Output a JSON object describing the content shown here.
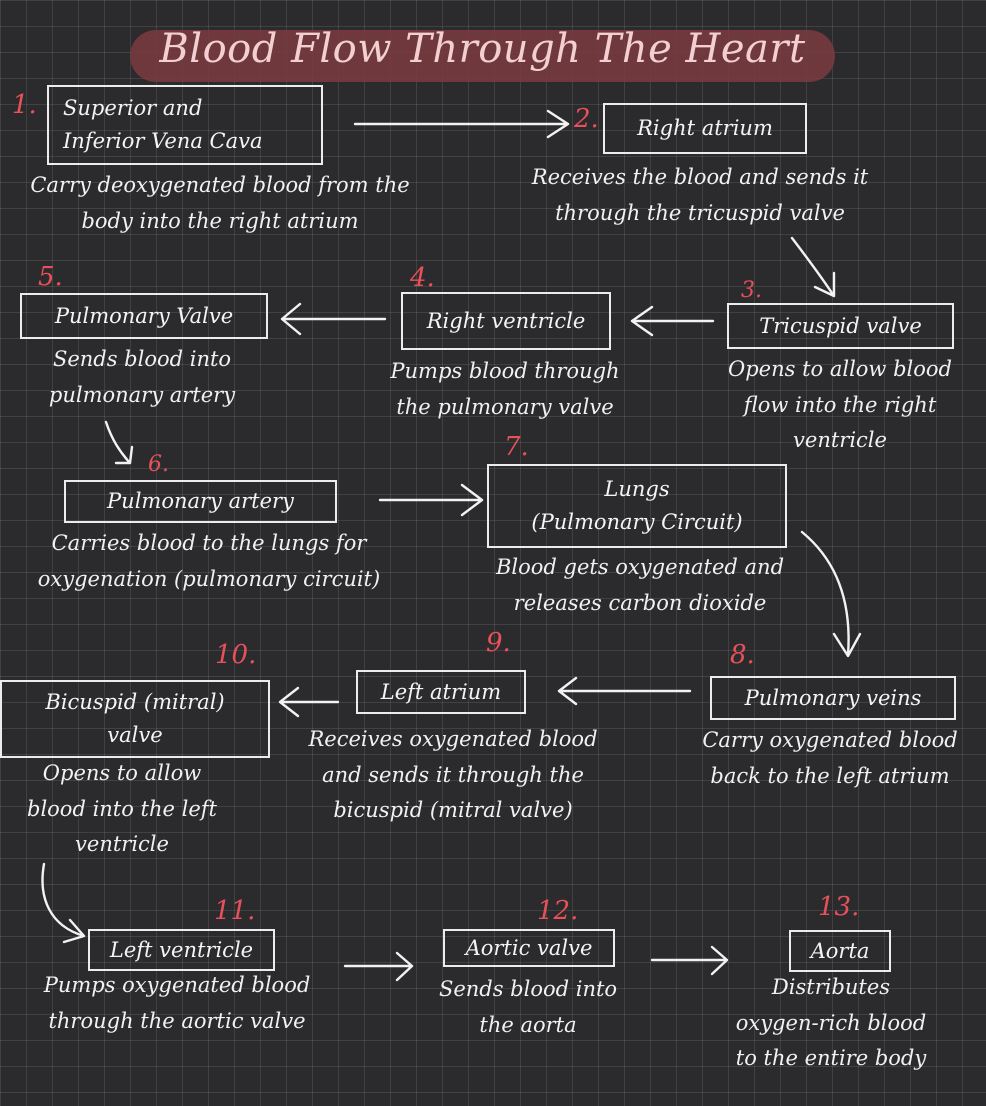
{
  "title": "Blood Flow Through The Heart",
  "colors": {
    "background": "#2b2b2d",
    "title_band": "#7a3b40",
    "number": "#e8505a",
    "line": "#ececec"
  },
  "steps": [
    {
      "num": "1.",
      "name": "Superior and\nInferior Vena Cava",
      "desc": "Carry deoxygenated blood from the\nbody into the right atrium"
    },
    {
      "num": "2.",
      "name": "Right atrium",
      "desc": "Receives the blood and sends it\nthrough the tricuspid valve"
    },
    {
      "num": "3.",
      "name": "Tricuspid valve",
      "desc": "Opens to allow blood\nflow into the right\nventricle"
    },
    {
      "num": "4.",
      "name": "Right ventricle",
      "desc": "Pumps blood through\nthe pulmonary valve"
    },
    {
      "num": "5.",
      "name": "Pulmonary Valve",
      "desc": "Sends blood into\npulmonary artery"
    },
    {
      "num": "6.",
      "name": "Pulmonary artery",
      "desc": "Carries blood to the lungs for\noxygenation (pulmonary circuit)"
    },
    {
      "num": "7.",
      "name": "Lungs\n(Pulmonary Circuit)",
      "desc": "Blood gets oxygenated and\nreleases carbon dioxide"
    },
    {
      "num": "8.",
      "name": "Pulmonary veins",
      "desc": "Carry oxygenated blood\nback to the left atrium"
    },
    {
      "num": "9.",
      "name": "Left atrium",
      "desc": "Receives oxygenated blood\nand sends it through the\nbicuspid (mitral valve)"
    },
    {
      "num": "10.",
      "name": "Bicuspid (mitral)\nvalve",
      "desc": "Opens to allow\nblood into the left\nventricle"
    },
    {
      "num": "11.",
      "name": "Left ventricle",
      "desc": "Pumps oxygenated blood\nthrough the aortic valve"
    },
    {
      "num": "12.",
      "name": "Aortic valve",
      "desc": "Sends blood into\nthe aorta"
    },
    {
      "num": "13.",
      "name": "Aorta",
      "desc": "Distributes\noxygen-rich blood\nto the entire body"
    }
  ]
}
